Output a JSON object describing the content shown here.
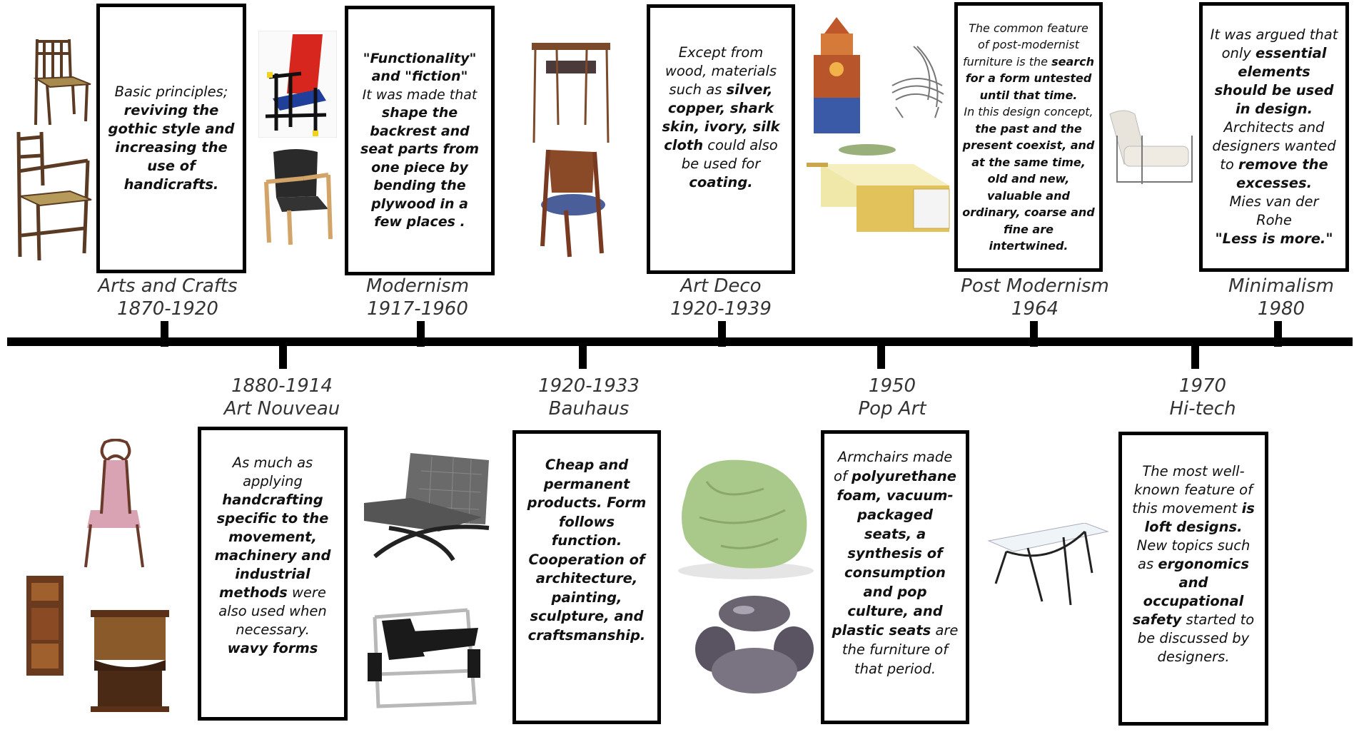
{
  "periods": {
    "arts_crafts": {
      "name": "Arts and Crafts",
      "years": "1870-1920"
    },
    "modernism": {
      "name": "Modernism",
      "years": "1917-1960"
    },
    "art_deco": {
      "name": "Art Deco",
      "years": "1920-1939"
    },
    "post_modernism": {
      "name": "Post Modernism",
      "years": "1964"
    },
    "minimalism": {
      "name": "Minimalism",
      "years": "1980"
    },
    "art_nouveau": {
      "name": "Art Nouveau",
      "years": "1880-1914"
    },
    "bauhaus": {
      "name": "Bauhaus",
      "years": "1920-1933"
    },
    "pop_art": {
      "name": "Pop Art",
      "years": "1950"
    },
    "hi_tech": {
      "name": "Hi-tech",
      "years": "1970"
    }
  },
  "descriptions": {
    "arts_crafts": [
      "Basic principles;",
      "reviving the gothic style and increasing the use of handicrafts."
    ],
    "modernism": [
      "\"Functionality\" and \"fiction\"",
      "It was made that",
      "shape the backrest and seat parts from one piece by bending the plywood in a few places ."
    ],
    "art_deco": [
      "Except from wood, materials such as ",
      "silver, copper, shark skin, ivory, silk cloth",
      " could also be used for ",
      "coating."
    ],
    "post_modernism": [
      "The common feature of post-modernist furniture is the ",
      "search for a form untested until that time.",
      "In this design concept, ",
      "the past and the present coexist, and at the same time, old and new, valuable and ordinary, coarse and fine are intertwined."
    ],
    "minimalism": [
      "It was argued that only ",
      "essential elements should be used in design.",
      " Architects and designers wanted to ",
      "remove the excesses.",
      "Mies van der Rohe",
      "\"Less is more.\""
    ],
    "art_nouveau": [
      "As much as applying ",
      "handcrafting specific to the movement, machinery and industrial methods",
      " were also used when necessary.",
      "wavy forms"
    ],
    "bauhaus": [
      "Cheap and permanent products. Form follows function. Cooperation of architecture, painting, sculpture, and craftsmanship."
    ],
    "pop_art": [
      "Armchairs made of ",
      "polyurethane foam, vacuum-packaged seats, a synthesis of consumption and pop culture, and plastic seats",
      " are the furniture of that period."
    ],
    "hi_tech": [
      "The most well-known feature of this movement ",
      "is loft designs.",
      "New topics such as ",
      "ergonomics and occupational safety",
      " started to be discussed by designers."
    ]
  },
  "colors": {
    "line": "#000000",
    "red": "#d7261e",
    "wood": "#6b4428",
    "leather": "#2a2a2a",
    "pink": "#d9a3b3",
    "green": "#a9c98a",
    "gold": "#e2c25a"
  }
}
